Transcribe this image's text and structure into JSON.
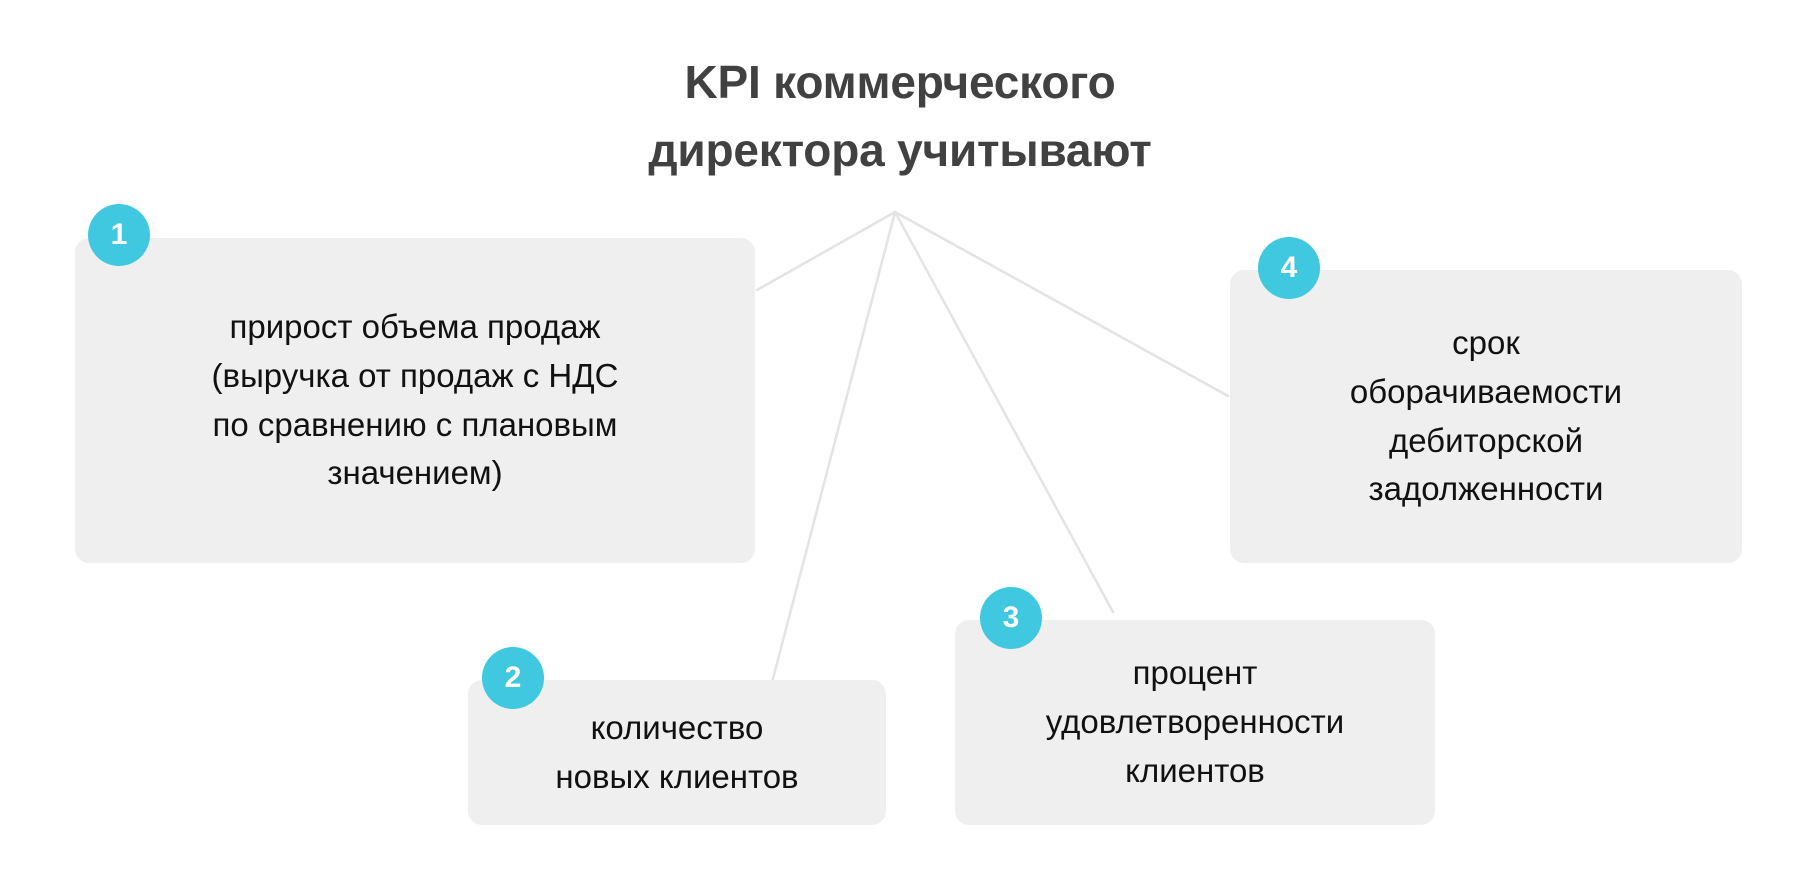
{
  "title": {
    "line1": "KPI коммерческого",
    "line2": "директора учитывают"
  },
  "colors": {
    "background": "#ffffff",
    "title_text": "#414141",
    "card_background": "#efefef",
    "card_text": "#111111",
    "badge_background": "#3fc8e0",
    "badge_text": "#ffffff",
    "connector_line": "#e4e4e4"
  },
  "cards": [
    {
      "number": "1",
      "lines": [
        "прирост объема продаж",
        "(выручка от продаж с НДС",
        "по сравнению с плановым",
        "значением)"
      ],
      "full_text": "прирост объема продаж (выручка от продаж с НДС по сравнению с плановым значением)"
    },
    {
      "number": "2",
      "lines": [
        "количество",
        "новых клиентов"
      ],
      "full_text": "количество новых клиентов"
    },
    {
      "number": "3",
      "lines": [
        "процент",
        "удовлетворенности",
        "клиентов"
      ],
      "full_text": "процент удовлетворенности клиентов"
    },
    {
      "number": "4",
      "lines": [
        "срок",
        "оборачиваемости",
        "дебиторской",
        "задолженности"
      ],
      "full_text": "срок оборачиваемости дебиторской задолженности"
    }
  ]
}
